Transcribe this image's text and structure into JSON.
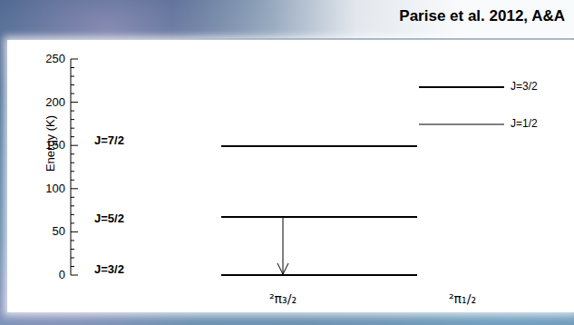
{
  "diagram": {
    "title": "Parise et al. 2012, A&A",
    "labels": [
      "Energy (K)",
      "0",
      "50",
      "100",
      "150",
      "200",
      "250",
      "J=7/2",
      "J=5/2",
      "J=3/2",
      "J=3/2",
      "J=1/2",
      "²π₃/₂",
      "²π₁/₂"
    ]
  }
}
